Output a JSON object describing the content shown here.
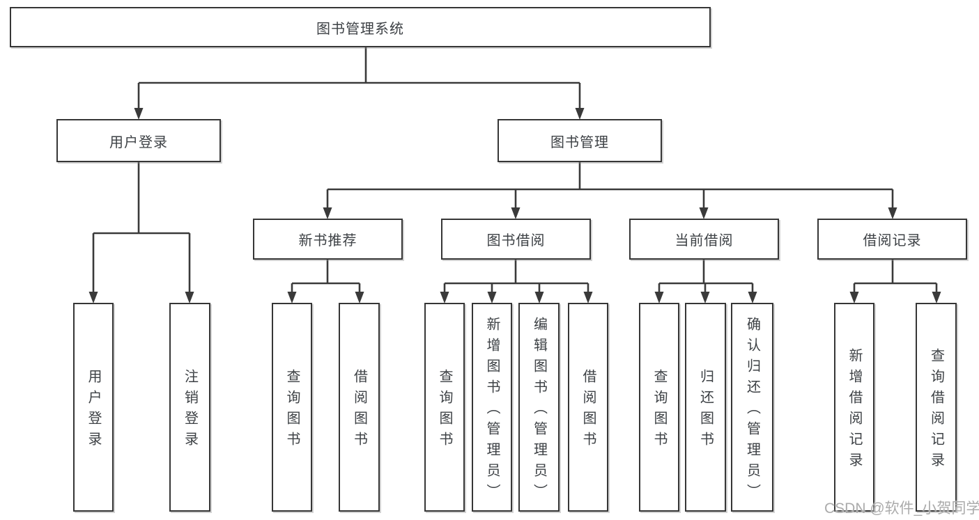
{
  "diagram": {
    "root": {
      "label": "图书管理系统"
    },
    "level2": {
      "user_login": {
        "label": "用户登录"
      },
      "book_mgmt": {
        "label": "图书管理"
      }
    },
    "level3": {
      "new_books": {
        "label": "新书推荐"
      },
      "borrowing": {
        "label": "图书借阅"
      },
      "current": {
        "label": "当前借阅"
      },
      "records": {
        "label": "借阅记录"
      }
    },
    "leaves": {
      "user_login": {
        "label": "用户登录"
      },
      "logout": {
        "label": "注销登录"
      },
      "nb_query": {
        "label": "查询图书"
      },
      "nb_borrow": {
        "label": "借阅图书"
      },
      "bw_query": {
        "label": "查询图书"
      },
      "bw_add": {
        "label": "新增图书（管理员）"
      },
      "bw_edit": {
        "label": "编辑图书（管理员）"
      },
      "bw_borrow": {
        "label": "借阅图书"
      },
      "cur_query": {
        "label": "查询图书"
      },
      "cur_return": {
        "label": "归还图书"
      },
      "cur_confirm": {
        "label": "确认归还（管理员）"
      },
      "rec_add": {
        "label": "新增借阅记录"
      },
      "rec_query": {
        "label": "查询借阅记录"
      }
    }
  },
  "watermark": {
    "text": "CSDN @软件_小贺同学"
  },
  "colors": {
    "line": "#3a3a3a",
    "box_border": "#363636",
    "text": "#3d4145",
    "watermark": "#ababab",
    "background": "#ffffff"
  }
}
